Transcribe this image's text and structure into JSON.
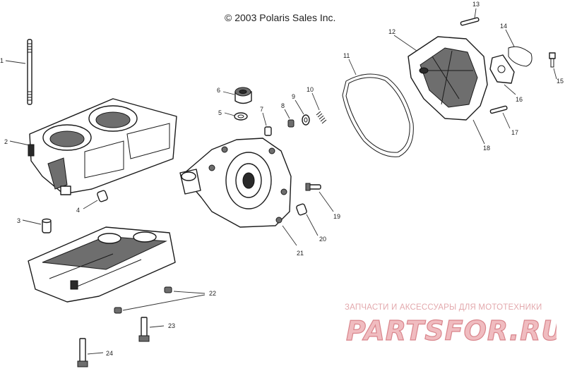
{
  "copyright": "© 2003 Polaris Sales Inc.",
  "callouts": [
    "1",
    "2",
    "3",
    "4",
    "5",
    "6",
    "7",
    "8",
    "9",
    "10",
    "11",
    "12",
    "13",
    "14",
    "15",
    "16",
    "17",
    "18",
    "19",
    "20",
    "21",
    "22",
    "23",
    "24"
  ],
  "watermark": {
    "tagline": "ЗАПЧАСТИ И АКСЕССУАРЫ ДЛЯ МОТОТЕХНИКИ",
    "logo": "PARTSFOR.RU",
    "color": "#e3a9ad"
  }
}
